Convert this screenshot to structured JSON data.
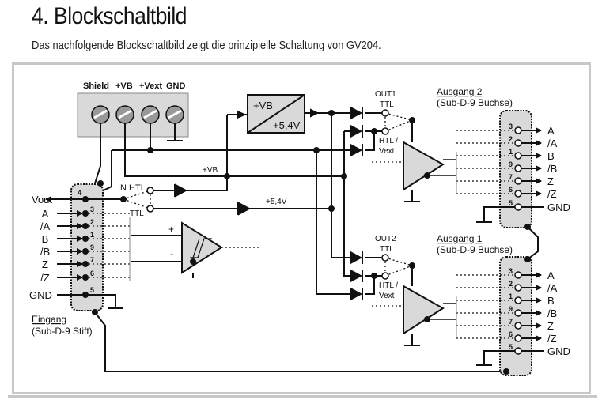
{
  "header": {
    "title": "4.  Blockschaltbild",
    "subtitle": "Das nachfolgende Blockschaltbild zeigt die prinzipielle Schaltung von GV204."
  },
  "diagram": {
    "colors": {
      "fill": "#d9d9d9",
      "line": "#111111",
      "frame": "#c8c8c8"
    },
    "terminal_block": {
      "labels": [
        "Shield",
        "+VB",
        "+Vext",
        "GND"
      ]
    },
    "converter": {
      "in_label": "+VB",
      "out_label": "+5,4V"
    },
    "rail_labels": {
      "vb": "+VB",
      "v54": "+5,4V"
    },
    "input_switch": {
      "htl": "IN HTL",
      "ttl": "TTL"
    },
    "input_connector": {
      "title": "Eingang",
      "subtitle": "(Sub-D-9 Stift)",
      "vout_label": "Vout",
      "vout_pin": "4",
      "pins": [
        {
          "signal": "A",
          "pin": "3"
        },
        {
          "signal": "/A",
          "pin": "2"
        },
        {
          "signal": "B",
          "pin": "1"
        },
        {
          "signal": "/B",
          "pin": "9"
        },
        {
          "signal": "Z",
          "pin": "7"
        },
        {
          "signal": "/Z",
          "pin": "6"
        }
      ],
      "gnd": {
        "signal": "GND",
        "pin": "5"
      }
    },
    "comparator": {
      "plus": "+",
      "minus": "-"
    },
    "out1": {
      "label": "OUT1",
      "ttl": "TTL",
      "htl": "HTL /",
      "vext": "Vext"
    },
    "out2": {
      "label": "OUT2",
      "ttl": "TTL",
      "htl": "HTL /",
      "vext": "Vext"
    },
    "output2_connector": {
      "title": "Ausgang 2",
      "subtitle": "(Sub-D-9 Buchse)",
      "pins": [
        {
          "signal": "A",
          "pin": "3"
        },
        {
          "signal": "/A",
          "pin": "2"
        },
        {
          "signal": "B",
          "pin": "1"
        },
        {
          "signal": "/B",
          "pin": "9"
        },
        {
          "signal": "Z",
          "pin": "7"
        },
        {
          "signal": "/Z",
          "pin": "6"
        }
      ],
      "gnd": {
        "signal": "GND",
        "pin": "5"
      }
    },
    "output1_connector": {
      "title": "Ausgang 1",
      "subtitle": "(Sub-D-9 Buchse)",
      "pins": [
        {
          "signal": "A",
          "pin": "3"
        },
        {
          "signal": "/A",
          "pin": "2"
        },
        {
          "signal": "B",
          "pin": "1"
        },
        {
          "signal": "/B",
          "pin": "9"
        },
        {
          "signal": "Z",
          "pin": "7"
        },
        {
          "signal": "/Z",
          "pin": "6"
        }
      ],
      "gnd": {
        "signal": "GND",
        "pin": "5"
      }
    }
  }
}
